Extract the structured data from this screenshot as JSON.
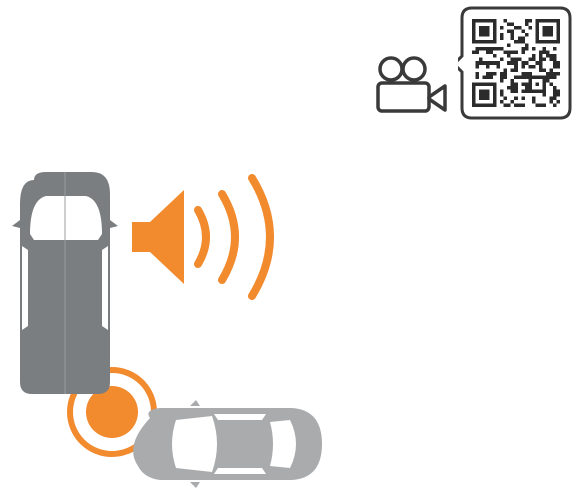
{
  "icons": {
    "camera": "video-camera-icon",
    "qr": "qr-code",
    "speaker": "speaker-sound-icon",
    "vehicle_large": "vehicle-top-view",
    "vehicle_small": "car-top-view",
    "impact": "collision-alert-icon"
  },
  "colors": {
    "accent": "#F28A2E",
    "vehicle_dark": "#7B7E80",
    "vehicle_light": "#A9ABAD",
    "outline": "#3A3A3A",
    "window": "#FFFFFF"
  }
}
